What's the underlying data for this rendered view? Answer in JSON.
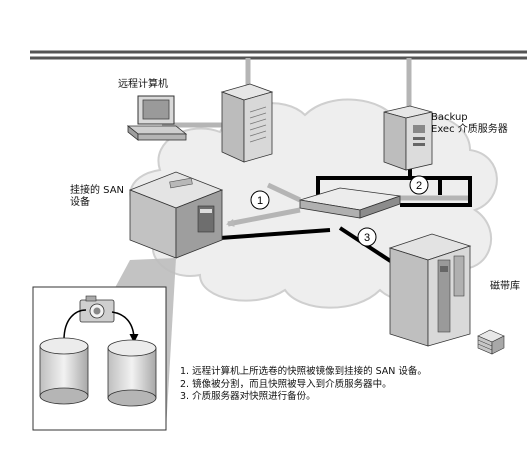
{
  "labels": {
    "remote_computer": "远程计算机",
    "backup_server_line1": "Backup",
    "backup_server_line2": "Exec 介质服务器",
    "san_device_line1": "挂接的 SAN",
    "san_device_line2": "设备",
    "tape_library": "磁带库"
  },
  "step_markers": [
    "1",
    "2",
    "3"
  ],
  "notes": [
    "1. 远程计算机上所选卷的快照被镜像到挂接的 SAN 设备。",
    "2. 镜像被分割，而且快照被导入到介质服务器中。",
    "3. 介质服务器对快照进行备份。"
  ]
}
